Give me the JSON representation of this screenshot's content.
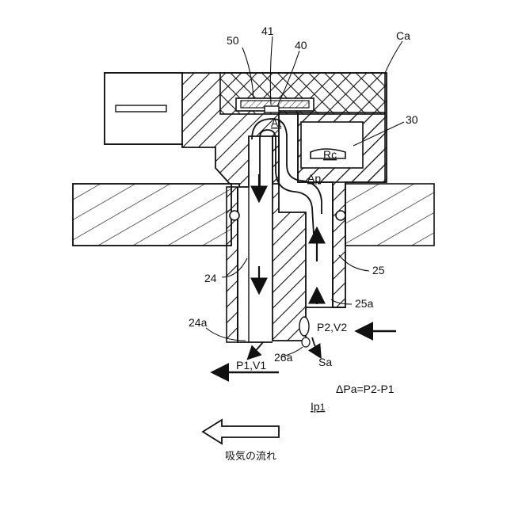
{
  "labels": {
    "ca": "Ca",
    "n50": "50",
    "n41": "41",
    "n40": "40",
    "n30": "30",
    "at": "At",
    "rc": "Rc",
    "ap": "Ap",
    "n24": "24",
    "n25": "25",
    "n25a": "25a",
    "n24a": "24a",
    "n26a": "26a",
    "sa": "Sa",
    "p2v2": "P2,V2",
    "p1v1": "P1,V1",
    "delta": "ΔPa=P2-P1",
    "ip1_main": "Ip",
    "ip1_sub": "1",
    "intake_flow": "吸気の流れ"
  }
}
